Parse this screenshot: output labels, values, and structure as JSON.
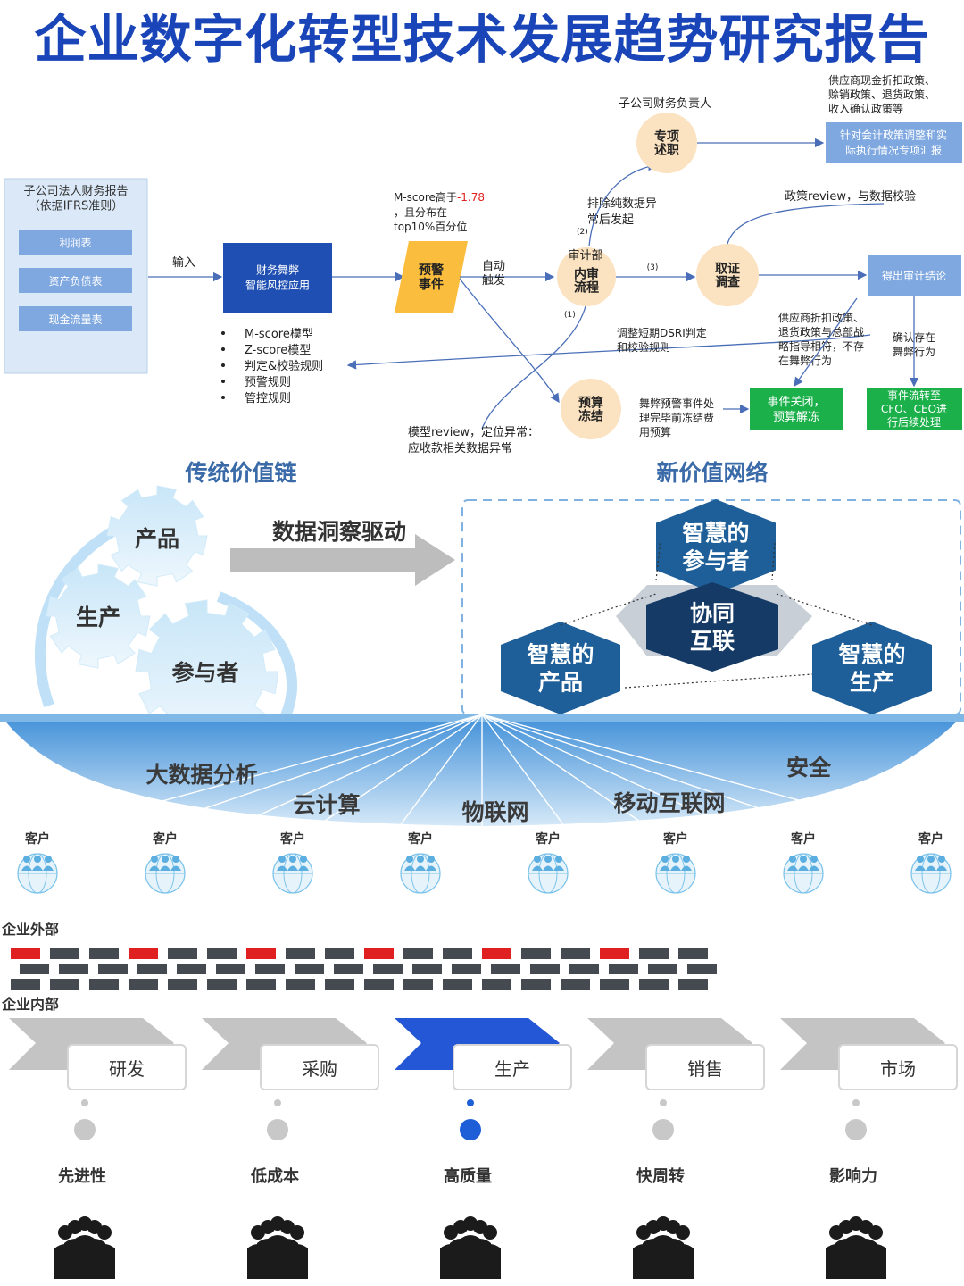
{
  "title": "企业数字化转型技术发展趋势研究报告",
  "colors": {
    "title_blue": "#1a45b8",
    "node_blue": "#1f4fb2",
    "light_blue": "#7fa8e0",
    "orange": "#fbbd3e",
    "peach": "#fbe2c0",
    "green": "#1bb04a",
    "red": "#e02020",
    "dark_gray": "#444a50",
    "hex_blue": "#1e5f99",
    "hex_navy": "#153a66"
  },
  "flow": {
    "source_box_title": "子公司法人财务报告\n（依据IFRS准则）",
    "source_items": [
      "利润表",
      "资产负债表",
      "现金流量表"
    ],
    "input_label": "输入",
    "app_box": "财务舞弊\n智能风控应用",
    "rules": [
      "M-score模型",
      "Z-score模型",
      "判定&校验规则",
      "预警规则",
      "管控规则"
    ],
    "mscore_note_prefix": "M-score高于",
    "mscore_note_value": "-1.78",
    "mscore_note_rest": "，且分布在\ntop10%百分位",
    "alert_event": "预警\n事件",
    "auto_trigger": "自动\n触发",
    "internal_audit_top": "审计部",
    "internal_audit": "内审\n流程",
    "exclude_note": "排除纯数据异\n常后发起",
    "step1": "(1)",
    "step2": "(2)",
    "step3": "(3)",
    "sub_cfo": "子公司财务负责人",
    "special_report": "专项\n述职",
    "supplier_policy": "供应商现金折扣政策、\n赊销政策、退货政策、\n收入确认政策等",
    "policy_report": "针对会计政策调整和实\n际执行情况专项汇报",
    "evidence": "取证\n调查",
    "policy_review": "政策review，与数据校验",
    "conclusion": "得出审计结论",
    "adjust_dsri": "调整短期DSRI判定\n和校验规则",
    "supplier_strategy": "供应商折扣政策、\n退货政策与总部战\n略指导相符，不存\n在舞弊行为",
    "confirm_fraud": "确认存在\n舞弊行为",
    "freeze": "预算\n冻结",
    "fraud_note": "舞弊预警事件处\n理完毕前冻结费\n用预算",
    "event_closed": "事件关闭，\n预算解冻",
    "escalate": "事件流转至\nCFO、CEO进\n行后续处理",
    "model_review": "模型review，定位异常：\n应收款相关数据异常"
  },
  "value_chain": {
    "left_title": "传统价值链",
    "right_title": "新价值网络",
    "gears": [
      "产品",
      "生产",
      "参与者"
    ],
    "arrow_label": "数据洞察驱动",
    "hexes": [
      "智慧的\n参与者",
      "协同\n互联",
      "智慧的\n产品",
      "智慧的\n生产"
    ],
    "base_labels": [
      "大数据分析",
      "云计算",
      "物联网",
      "移动互联网",
      "安全"
    ]
  },
  "customers": {
    "label": "客户",
    "count": 8
  },
  "enterprise": {
    "outside": "企业外部",
    "inside": "企业内部"
  },
  "stages": [
    {
      "name": "研发",
      "trait": "先进性",
      "active": false
    },
    {
      "name": "采购",
      "trait": "低成本",
      "active": false
    },
    {
      "name": "生产",
      "trait": "高质量",
      "active": true
    },
    {
      "name": "销售",
      "trait": "快周转",
      "active": false
    },
    {
      "name": "市场",
      "trait": "影响力",
      "active": false
    }
  ]
}
